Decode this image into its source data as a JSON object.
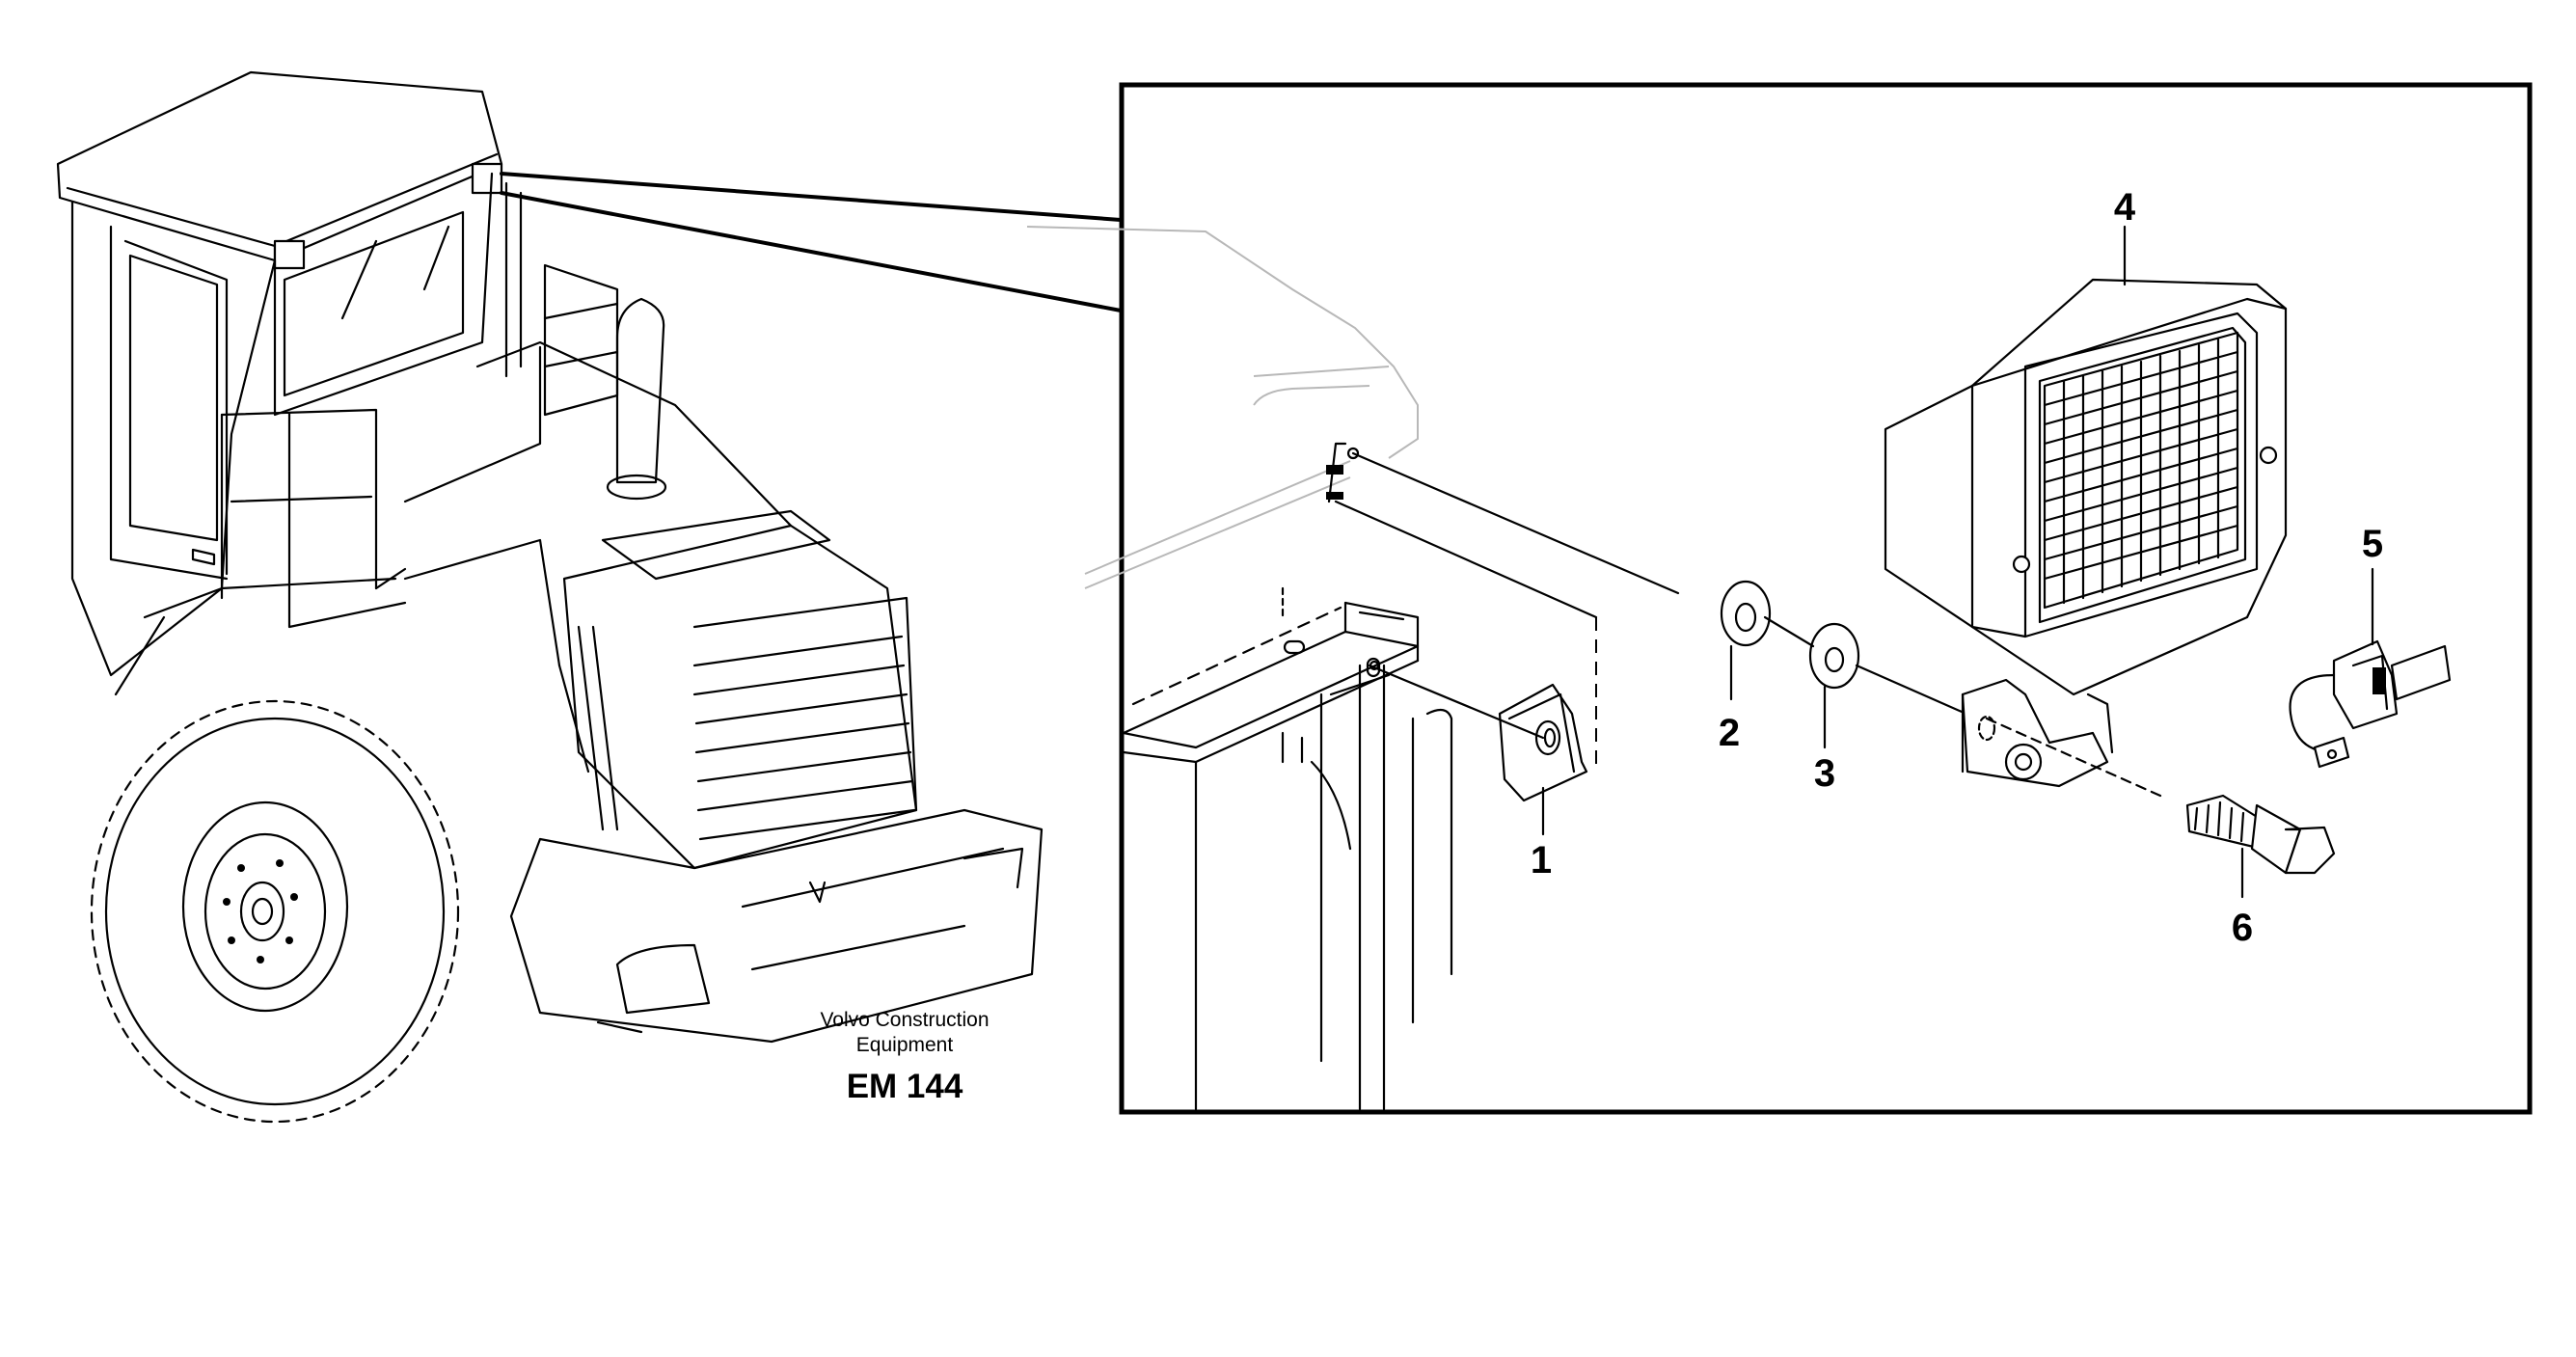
{
  "brand": {
    "line1": "Volvo Construction",
    "line2": "Equipment",
    "code": "EM 144"
  },
  "callouts": [
    "1",
    "2",
    "3",
    "4",
    "5",
    "6"
  ],
  "colors": {
    "ink": "#000000",
    "background": "#ffffff",
    "ghost": "#b8b8b8"
  }
}
